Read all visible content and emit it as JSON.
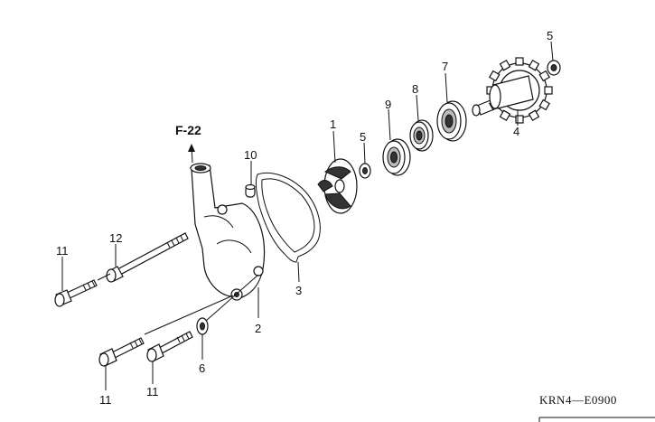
{
  "diagram": {
    "reference": "F-22",
    "drawing_code": "KRN4—E0900",
    "callouts": {
      "impeller": "1",
      "pump_cover": "2",
      "gasket": "3",
      "pump_shaft": "4",
      "washer_upper": "5",
      "washer_shaft": "5",
      "washer_lower": "6",
      "bearing_outer": "7",
      "oil_seal": "8",
      "bearing_inner": "9",
      "dowel_pin": "10",
      "bolt_upper_left": "11",
      "bolt_lower_left": "11",
      "bolt_lower_mid": "11",
      "bolt_long": "12"
    }
  }
}
